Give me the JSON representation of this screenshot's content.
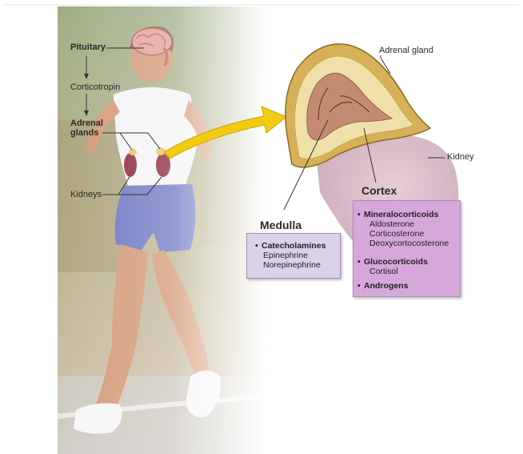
{
  "labels": {
    "pituitary": "Pituitary",
    "corticotropin": "Corticotropin",
    "adrenal_glands": [
      "Adrenal",
      "glands"
    ],
    "kidneys": "Kidneys",
    "adrenal_gland": "Adrenal gland",
    "kidney": "Kidney",
    "cortex": "Cortex",
    "medulla": "Medulla"
  },
  "medulla_box": {
    "heading": "Catecholamines",
    "items": [
      "Epinephrine",
      "Norepinephrine"
    ]
  },
  "cortex_box": {
    "groups": [
      {
        "heading": "Mineralocorticoids",
        "items": [
          "Aldosterone",
          "Corticosterone",
          "Deoxycortocosterone"
        ]
      },
      {
        "heading": "Glucocorticoids",
        "items": [
          "Cortisol"
        ]
      },
      {
        "heading": "Androgens",
        "items": []
      }
    ]
  },
  "colors": {
    "medulla_box_fill": "#d9d2ea",
    "cortex_box_fill": "#d6a7d9",
    "arrow_yellow": "#f2cc12",
    "gland_cortex": "#e9d48a",
    "gland_medulla": "#c48b73",
    "kidney_shadow": "#d9c2cc"
  }
}
